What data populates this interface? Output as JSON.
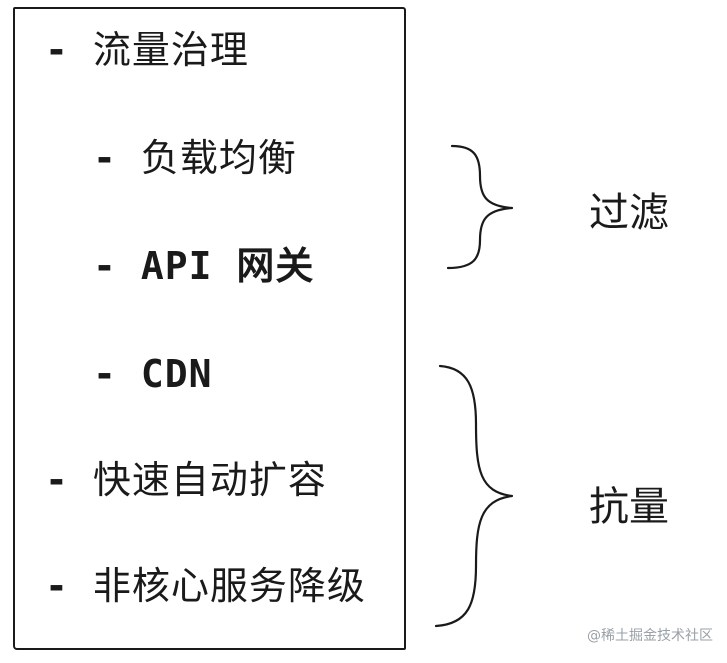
{
  "list": {
    "items": [
      {
        "dash": "-",
        "text": "流量治理",
        "level": 1
      },
      {
        "dash": "-",
        "text": "负载均衡",
        "level": 2
      },
      {
        "dash": "-",
        "text": "API 网关",
        "level": 2
      },
      {
        "dash": "-",
        "text": "CDN",
        "level": 2
      },
      {
        "dash": "-",
        "text": "快速自动扩容",
        "level": 1
      },
      {
        "dash": "-",
        "text": "非核心服务降级",
        "level": 1
      }
    ]
  },
  "groups": {
    "filter_label": "过滤",
    "resist_label": "抗量"
  },
  "watermark": "@稀土掘金技术社区",
  "colors": {
    "ink": "#1a1a1a",
    "watermark": "#9aa0a6",
    "background": "#ffffff"
  }
}
